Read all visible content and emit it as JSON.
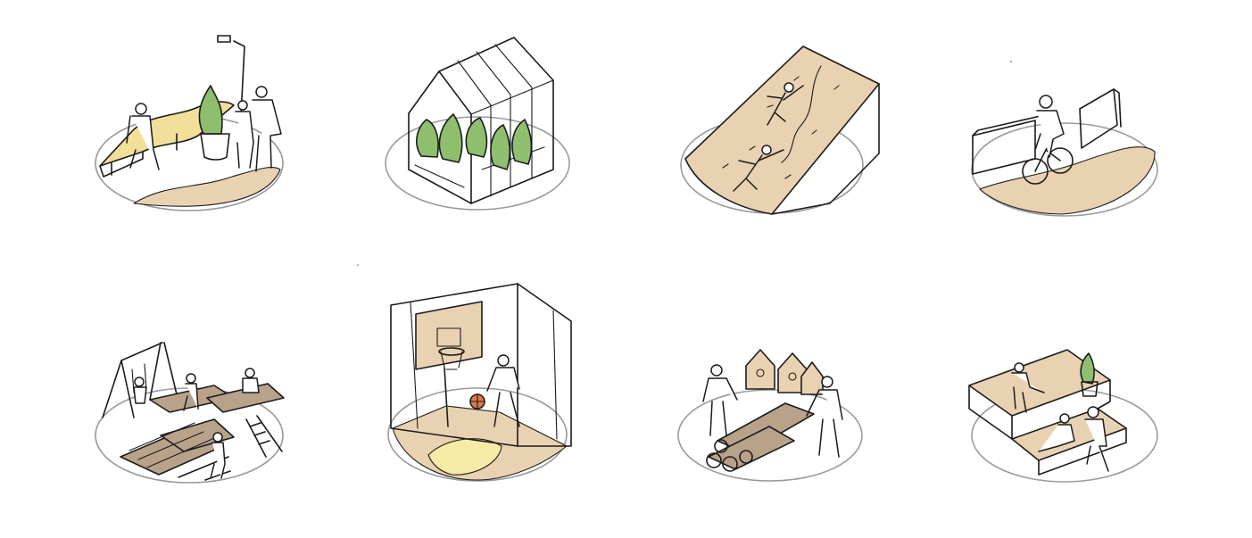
{
  "palette": {
    "sand": "#e9d2b1",
    "plant_green": "#8fbf6e",
    "bench_yellow": "#f2df9a",
    "ball_orange": "#e07a4c",
    "light_yellow": "#f7e9a6",
    "log_brown": "#b9a28a",
    "disc_grey": "#9a9a9a",
    "ink": "#1b1b1b"
  },
  "sketches": [
    {
      "id": "seating-plaza",
      "icons": [
        "bench-icon",
        "planter-icon",
        "street-lamp-icon",
        "person-icon"
      ]
    },
    {
      "id": "greenhouse",
      "icons": [
        "greenhouse-icon",
        "plant-icon"
      ]
    },
    {
      "id": "climbing-wall",
      "icons": [
        "climbing-wall-icon",
        "climber-icon"
      ]
    },
    {
      "id": "bike-path",
      "icons": [
        "wall-icon",
        "cyclist-icon"
      ]
    },
    {
      "id": "log-playground",
      "icons": [
        "swing-icon",
        "log-icon",
        "ladder-icon",
        "child-icon"
      ]
    },
    {
      "id": "basketball-court",
      "icons": [
        "basketball-hoop-icon",
        "basketball-icon",
        "player-icon"
      ]
    },
    {
      "id": "log-workshop",
      "icons": [
        "birdhouse-icon",
        "log-icon",
        "person-icon"
      ]
    },
    {
      "id": "seating-steps",
      "icons": [
        "steps-icon",
        "plant-icon",
        "person-icon"
      ]
    }
  ]
}
